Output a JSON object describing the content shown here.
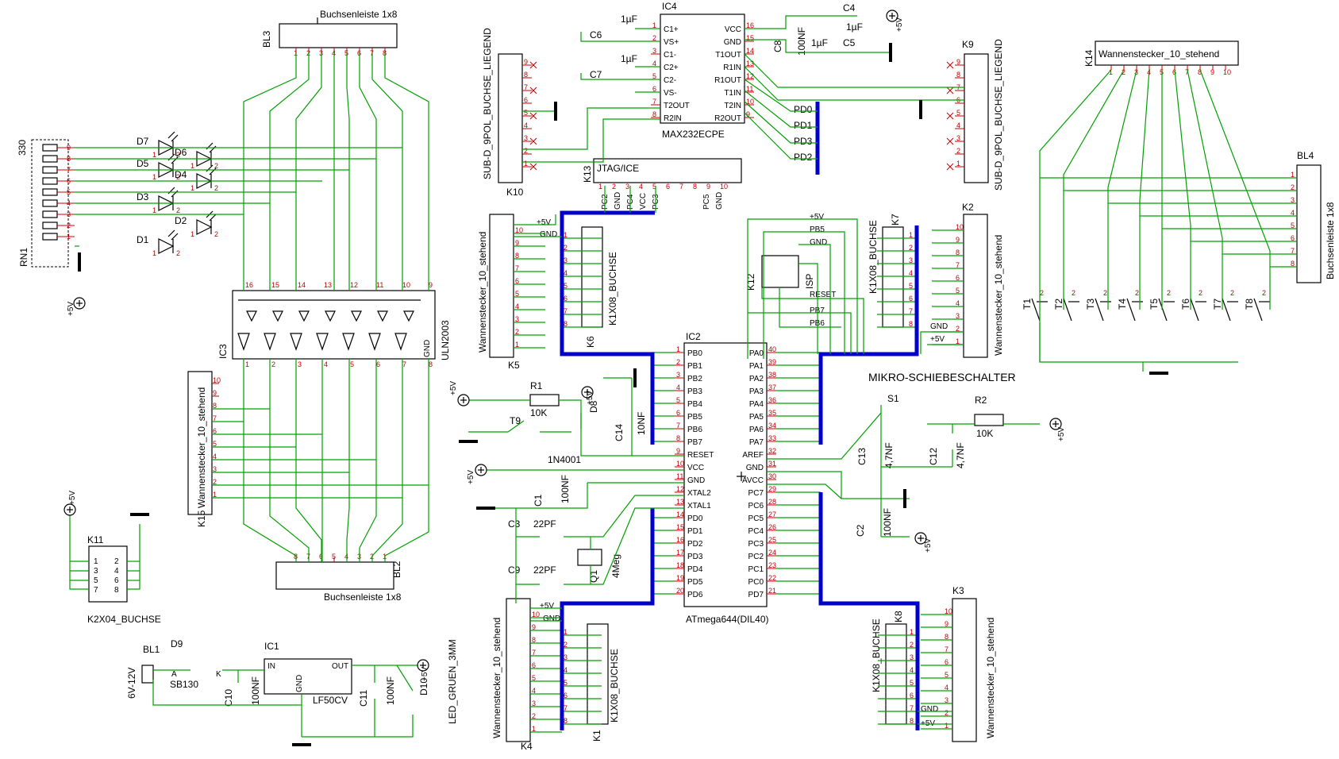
{
  "bl3": {
    "ref": "BL3",
    "value": "Buchsenleiste 1x8",
    "pins": [
      "1",
      "2",
      "3",
      "4",
      "5",
      "6",
      "7",
      "8"
    ]
  },
  "bl2": {
    "ref": "BL2",
    "value": "Buchsenleiste 1x8",
    "pins": [
      "8",
      "7",
      "6",
      "5",
      "4",
      "3",
      "2",
      "1"
    ]
  },
  "bl4": {
    "ref": "BL4",
    "value": "Buchsenleiste 1x8",
    "pins": [
      "1",
      "2",
      "3",
      "4",
      "5",
      "6",
      "7",
      "8"
    ]
  },
  "rn1": {
    "ref": "RN1",
    "value": "330",
    "pins": [
      "9",
      "8",
      "7",
      "6",
      "5",
      "4",
      "3",
      "2",
      "1"
    ]
  },
  "leds": [
    "D7",
    "D6",
    "D5",
    "D4",
    "D3",
    "D2",
    "D1"
  ],
  "ic3": {
    "ref": "IC3",
    "value": "ULN2003",
    "top_pins": [
      "16",
      "15",
      "14",
      "13",
      "12",
      "11",
      "10",
      "9"
    ],
    "bottom_pins": [
      "1",
      "2",
      "3",
      "4",
      "5",
      "6",
      "7",
      "8"
    ],
    "gnd": "GND"
  },
  "k15": {
    "ref": "K15",
    "value": "Wannenstecker_10_stehend",
    "pins": [
      "10",
      "9",
      "8",
      "7",
      "6",
      "5",
      "4",
      "3",
      "2",
      "1"
    ]
  },
  "k11": {
    "ref": "K11",
    "value": "K2X04_BUCHSE",
    "pins": [
      "1",
      "2",
      "3",
      "4",
      "5",
      "6",
      "7",
      "8"
    ]
  },
  "k10": {
    "ref": "K10",
    "value": "SUB-D_9POL_BUCHSE_LIEGEND",
    "pins": [
      "9",
      "8",
      "7",
      "6",
      "5",
      "4",
      "3",
      "2",
      "1"
    ]
  },
  "k9": {
    "ref": "K9",
    "value": "SUB-D_9POL_BUCHSE_LIEGEND",
    "pins": [
      "9",
      "8",
      "7",
      "6",
      "5",
      "4",
      "3",
      "2",
      "1"
    ]
  },
  "ic4": {
    "ref": "IC4",
    "value": "MAX232ECPE",
    "left_pins": [
      {
        "n": "1",
        "name": "C1+"
      },
      {
        "n": "2",
        "name": "VS+"
      },
      {
        "n": "3",
        "name": "C1-"
      },
      {
        "n": "4",
        "name": "C2+"
      },
      {
        "n": "5",
        "name": "C2-"
      },
      {
        "n": "6",
        "name": "VS-"
      },
      {
        "n": "7",
        "name": "T2OUT"
      },
      {
        "n": "8",
        "name": "R2IN"
      }
    ],
    "right_pins": [
      {
        "n": "16",
        "name": "VCC"
      },
      {
        "n": "15",
        "name": "GND"
      },
      {
        "n": "14",
        "name": "T1OUT"
      },
      {
        "n": "13",
        "name": "R1IN"
      },
      {
        "n": "12",
        "name": "R1OUT"
      },
      {
        "n": "11",
        "name": "T1IN"
      },
      {
        "n": "10",
        "name": "T2IN"
      },
      {
        "n": "9",
        "name": "R2OUT"
      }
    ]
  },
  "caps_top": {
    "c6": "C6",
    "c7": "C7",
    "c8": "C8",
    "c4": "C4",
    "c5": "C5",
    "v1uf": "1µF",
    "v100nf": "100NF"
  },
  "pd_labels": [
    "PD0",
    "PD1",
    "PD3",
    "PD2"
  ],
  "k13": {
    "ref": "K13",
    "value": "JTAG/ICE",
    "pins": [
      "PC2",
      "GND",
      "PC4",
      "VCC",
      "PC3",
      "PC5",
      "GND"
    ]
  },
  "k14": {
    "ref": "K14",
    "value": "Wannenstecker_10_stehend",
    "pins": [
      "1",
      "2",
      "3",
      "4",
      "5",
      "6",
      "7",
      "8",
      "9",
      "10"
    ]
  },
  "switches": [
    "T1",
    "T2",
    "T3",
    "T4",
    "T5",
    "T6",
    "T7",
    "T8"
  ],
  "k5": {
    "ref": "K5",
    "value": "Wannenstecker_10_stehend",
    "pins": [
      "10",
      "9",
      "8",
      "7",
      "6",
      "5",
      "4",
      "3",
      "2",
      "1"
    ],
    "vcc": "+5V",
    "gnd": "GND"
  },
  "k6": {
    "ref": "K6",
    "value": "K1X08_BUCHSE"
  },
  "k12": {
    "ref": "K12",
    "value": "ISP",
    "labels": [
      "+5V",
      "PB5",
      "GND",
      "RESET",
      "PB7",
      "PB6"
    ]
  },
  "k7": {
    "ref": "K7",
    "value": "K1X08_BUCHSE"
  },
  "k2": {
    "ref": "K2",
    "value": "Wannenstecker_10_stehend",
    "gnd": "GND",
    "vcc": "+5V"
  },
  "ic2": {
    "ref": "IC2",
    "value": "ATmega644(DIL40)",
    "left_pins": [
      {
        "n": "1",
        "name": "PB0"
      },
      {
        "n": "2",
        "name": "PB1"
      },
      {
        "n": "3",
        "name": "PB2"
      },
      {
        "n": "4",
        "name": "PB3"
      },
      {
        "n": "5",
        "name": "PB4"
      },
      {
        "n": "6",
        "name": "PB5"
      },
      {
        "n": "7",
        "name": "PB6"
      },
      {
        "n": "8",
        "name": "PB7"
      },
      {
        "n": "9",
        "name": "RESET"
      },
      {
        "n": "10",
        "name": "VCC"
      },
      {
        "n": "11",
        "name": "GND"
      },
      {
        "n": "12",
        "name": "XTAL2"
      },
      {
        "n": "13",
        "name": "XTAL1"
      },
      {
        "n": "14",
        "name": "PD0"
      },
      {
        "n": "15",
        "name": "PD1"
      },
      {
        "n": "16",
        "name": "PD2"
      },
      {
        "n": "17",
        "name": "PD3"
      },
      {
        "n": "18",
        "name": "PD4"
      },
      {
        "n": "19",
        "name": "PD5"
      },
      {
        "n": "20",
        "name": "PD6"
      }
    ],
    "right_pins": [
      {
        "n": "40",
        "name": "PA0"
      },
      {
        "n": "39",
        "name": "PA1"
      },
      {
        "n": "38",
        "name": "PA2"
      },
      {
        "n": "37",
        "name": "PA3"
      },
      {
        "n": "36",
        "name": "PA4"
      },
      {
        "n": "35",
        "name": "PA5"
      },
      {
        "n": "34",
        "name": "PA6"
      },
      {
        "n": "33",
        "name": "PA7"
      },
      {
        "n": "32",
        "name": "AREF"
      },
      {
        "n": "31",
        "name": "GND"
      },
      {
        "n": "30",
        "name": "AVCC"
      },
      {
        "n": "29",
        "name": "PC7"
      },
      {
        "n": "28",
        "name": "PC6"
      },
      {
        "n": "27",
        "name": "PC5"
      },
      {
        "n": "26",
        "name": "PC4"
      },
      {
        "n": "25",
        "name": "PC3"
      },
      {
        "n": "24",
        "name": "PC2"
      },
      {
        "n": "23",
        "name": "PC1"
      },
      {
        "n": "22",
        "name": "PC0"
      },
      {
        "n": "21",
        "name": "PD7"
      }
    ]
  },
  "r1": {
    "ref": "R1",
    "value": "10K"
  },
  "d8": {
    "ref": "D8",
    "value": "1N4001"
  },
  "t9": "T9",
  "c14": {
    "ref": "C14",
    "value": "10NF"
  },
  "c1": {
    "ref": "C1",
    "value": "100NF"
  },
  "c3": {
    "ref": "C3",
    "value": "22PF"
  },
  "c9": {
    "ref": "C9",
    "value": "22PF"
  },
  "q1": {
    "ref": "Q1",
    "value": "4Meg"
  },
  "s1": {
    "ref": "S1",
    "title": "MIKRO-SCHIEBESCHALTER"
  },
  "r2": {
    "ref": "R2",
    "value": "10K"
  },
  "c13": {
    "ref": "C13",
    "value": "4,7NF"
  },
  "c12": {
    "ref": "C12",
    "value": "4,7NF"
  },
  "c2": {
    "ref": "C2",
    "value": "100NF"
  },
  "k4": {
    "ref": "K4",
    "value": "Wannenstecker_10_stehend",
    "vcc": "+5V",
    "gnd": "GND"
  },
  "k1": {
    "ref": "K1",
    "value": "K1X08_BUCHSE"
  },
  "k8": {
    "ref": "K8",
    "value": "K1X08_BUCHSE"
  },
  "k3": {
    "ref": "K3",
    "value": "Wannenstecker_10_stehend",
    "gnd": "GND",
    "vcc": "+5V"
  },
  "bl1": {
    "ref": "BL1",
    "value": "6V-12V"
  },
  "d9": {
    "ref": "D9",
    "value": "SB130",
    "a": "A",
    "k": "K"
  },
  "ic1": {
    "ref": "IC1",
    "value": "LF50CV",
    "in": "IN",
    "out": "OUT",
    "gnd": "GND"
  },
  "c10": {
    "ref": "C10",
    "value": "100NF"
  },
  "c11": {
    "ref": "C11",
    "value": "100NF"
  },
  "d10": {
    "ref": "D10",
    "value": "LED_GRUEN_3MM"
  },
  "power": {
    "p5v": "+5V"
  }
}
